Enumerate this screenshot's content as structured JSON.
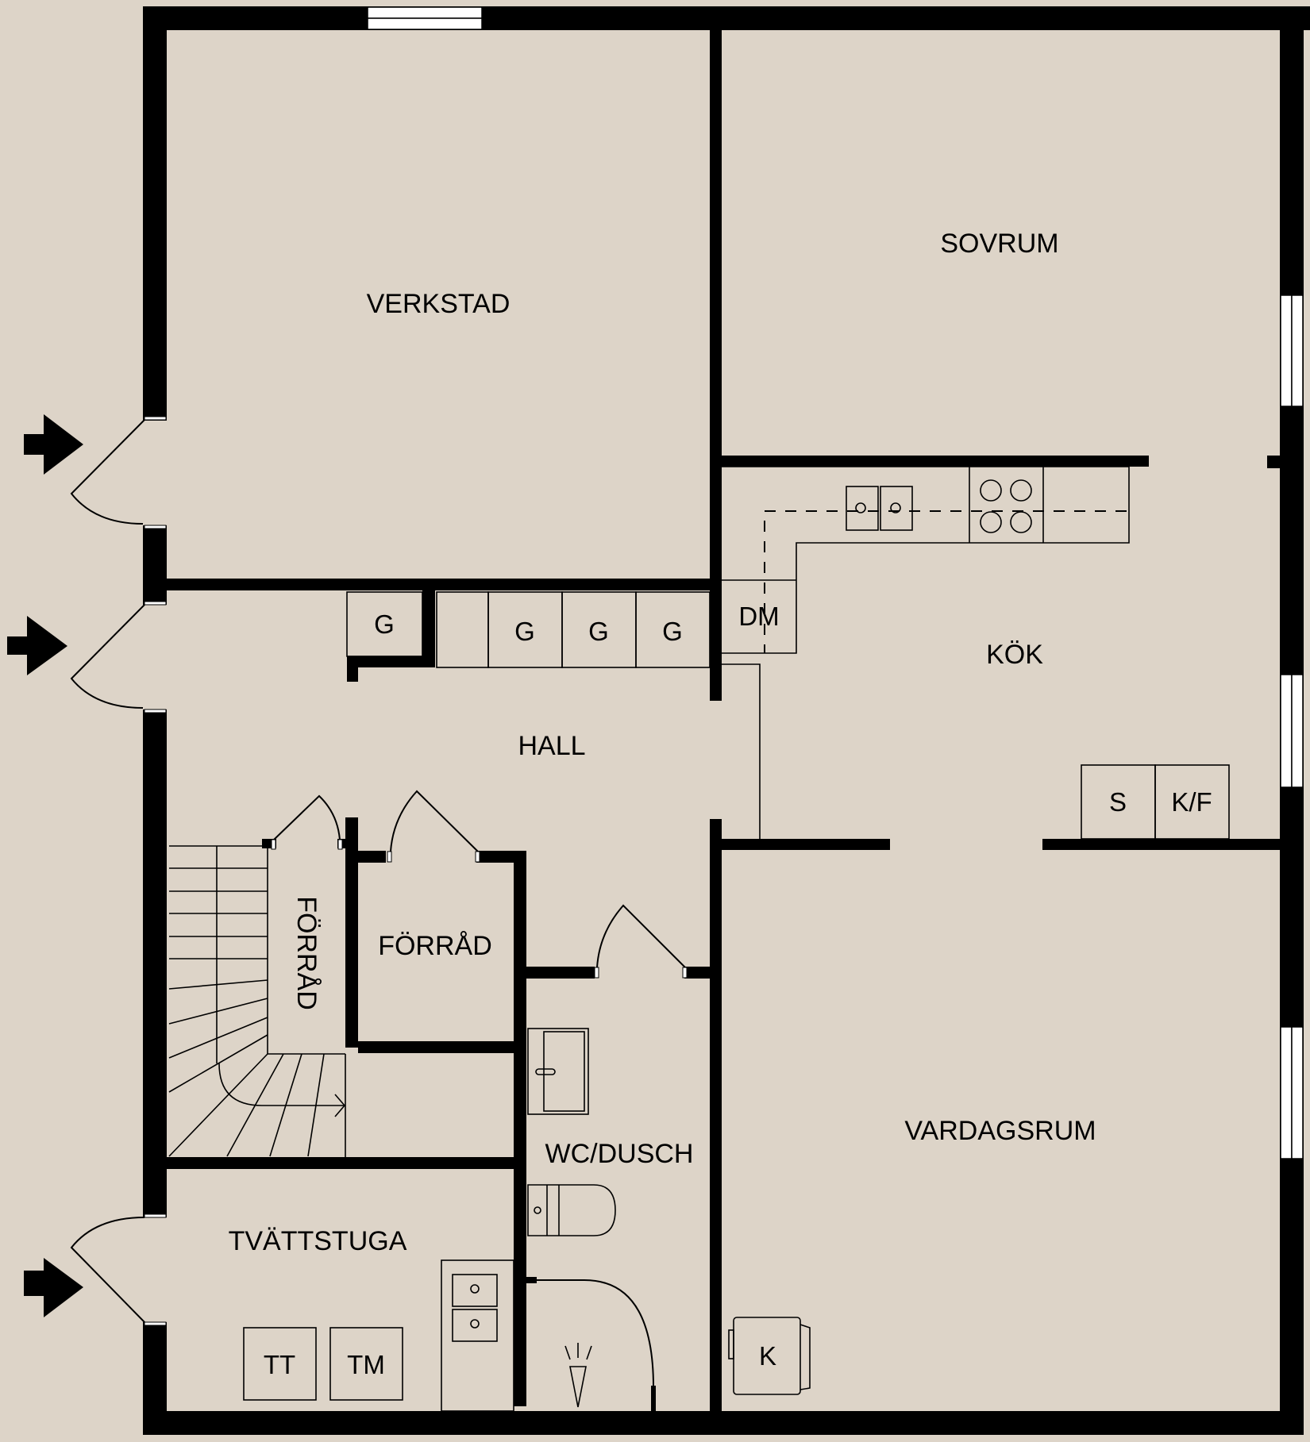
{
  "colors": {
    "background": "#ddd4c8",
    "walls": "#000000",
    "windows": "#ffffff"
  },
  "rooms": {
    "verkstad": "VERKSTAD",
    "sovrum": "SOVRUM",
    "kok": "KÖK",
    "hall": "HALL",
    "forrad_vertical": "FÖRRÅD",
    "forrad": "FÖRRÅD",
    "wc_dusch": "WC/DUSCH",
    "tvattstuga": "TVÄTTSTUGA",
    "vardagsrum": "VARDAGSRUM"
  },
  "fixtures": {
    "wardrobes": [
      "G",
      "G",
      "G",
      "G"
    ],
    "dishwasher": "DM",
    "freezer": "S",
    "fridge_freezer": "K/F",
    "tumble_dryer": "TT",
    "washing_machine": "TM",
    "fireplace": "K"
  },
  "entrances": [
    "entrance-verkstad",
    "entrance-hall",
    "entrance-tvattstuga"
  ]
}
